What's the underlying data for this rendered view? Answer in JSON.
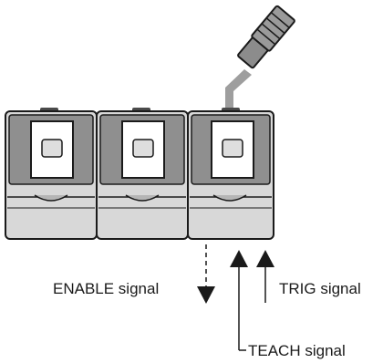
{
  "labels": {
    "enable": "ENABLE signal",
    "trig": "TRIG signal",
    "teach": "TEACH signal"
  },
  "colors": {
    "outline": "#1a1a1a",
    "module_body": "#d8d8d8",
    "module_top_panel": "#8f8f8f",
    "window": "#ffffff",
    "indicator": "#dedede",
    "cable": "#9e9e9e",
    "connector": "#8c8c8c"
  },
  "modules": [
    {
      "id": "module-1"
    },
    {
      "id": "module-2"
    },
    {
      "id": "module-3"
    }
  ]
}
